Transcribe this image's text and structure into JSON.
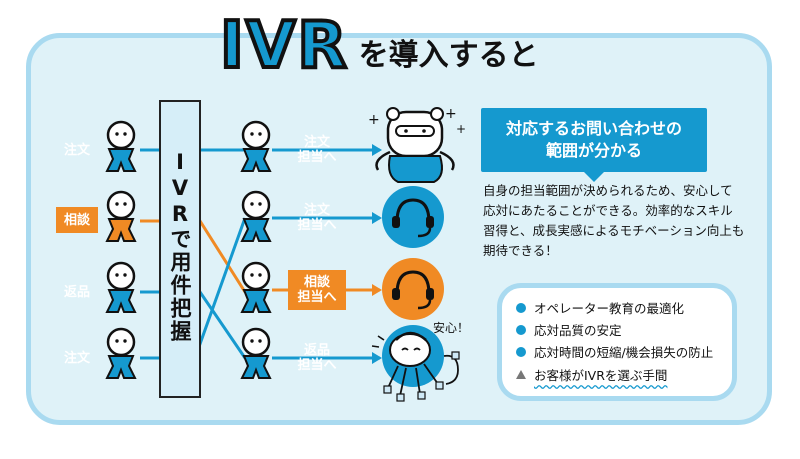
{
  "title": {
    "main": "IVR",
    "sub": "を導入すると"
  },
  "customers": [
    {
      "label": "注文",
      "color": "#1599cf"
    },
    {
      "label": "相談",
      "color": "#f08a24"
    },
    {
      "label": "返品",
      "color": "#1599cf"
    },
    {
      "label": "注文",
      "color": "#1599cf"
    }
  ],
  "ivr_bar": {
    "label": "IVRで用件把握"
  },
  "staff": [
    {
      "label": "注文\n担当へ",
      "color": "#1599cf"
    },
    {
      "label": "注文\n担当へ",
      "color": "#1599cf"
    },
    {
      "label": "相談\n担当へ",
      "color": "#f08a24"
    },
    {
      "label": "返品\n担当へ",
      "color": "#1599cf"
    }
  ],
  "headline": "対応するお問い合わせの\n範囲が分かる",
  "description": "自身の担当範囲が決められるため、安心して応対にあたることができる。効率的なスキル習得と、成長実感によるモチベーション向上も期待できる！",
  "benefits": [
    "オペレーター教育の最適化",
    "応対品質の安定",
    "応対時間の短縮/機会損失の防止"
  ],
  "link": {
    "label": "お客様がIVRを選ぶ手間"
  },
  "annotation": "安心！",
  "icons": [
    "person-icon",
    "headset-icon",
    "operator-bear-icon",
    "operator-relaxed-icon"
  ],
  "colors": {
    "blue": "#1599cf",
    "orange": "#f08a24",
    "light_bg": "#dff2f8",
    "frame": "#a9daf0"
  }
}
